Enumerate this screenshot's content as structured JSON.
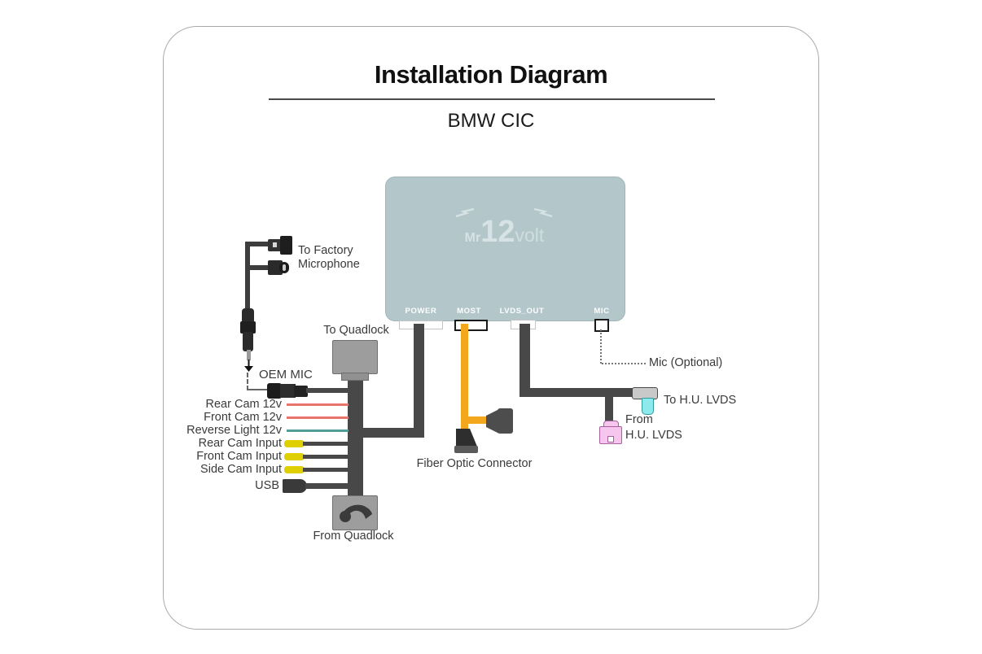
{
  "header": {
    "title": "Installation Diagram",
    "subtitle": "BMW CIC"
  },
  "device": {
    "logo": {
      "prefix": "Mr",
      "number": "12",
      "suffix": "volt"
    },
    "ports": {
      "power": "POWER",
      "most": "MOST",
      "lvds_out": "LVDS_OUT",
      "mic": "MIC"
    },
    "body_color": "#b3c7cb"
  },
  "microphone_branch": {
    "to_factory_microphone": "To Factory Microphone",
    "oem_mic": "OEM MIC"
  },
  "quadlock_harness": {
    "to_quadlock": "To Quadlock",
    "from_quadlock": "From Quadlock",
    "wires": [
      {
        "label": "Rear Cam 12v",
        "wire_color": "#e7736a"
      },
      {
        "label": "Front Cam 12v",
        "wire_color": "#e7736a"
      },
      {
        "label": "Reverse Light 12v",
        "wire_color": "#519e97"
      },
      {
        "label": "Rear Cam Input",
        "connector_color": "#e0cf00"
      },
      {
        "label": "Front Cam Input",
        "connector_color": "#e0cf00"
      },
      {
        "label": "Side Cam Input",
        "connector_color": "#e0cf00"
      },
      {
        "label": "USB",
        "connector_color": "#3a3a3a"
      }
    ]
  },
  "most_branch": {
    "fiber_optic_connector": "Fiber Optic Connector",
    "cable_color": "#f3a71d"
  },
  "lvds_branch": {
    "mic_optional": "Mic (Optional)",
    "to_hu_lvds": "To H.U. LVDS",
    "from_hu_lvds_line1": "From",
    "from_hu_lvds_line2": "H.U. LVDS",
    "to_connector_color": "#8deaec",
    "from_connector_color": "#f6c6ef"
  },
  "colors": {
    "cable": "#484848",
    "device_body": "#b3c7cb",
    "card_border": "#aaaaaa"
  }
}
